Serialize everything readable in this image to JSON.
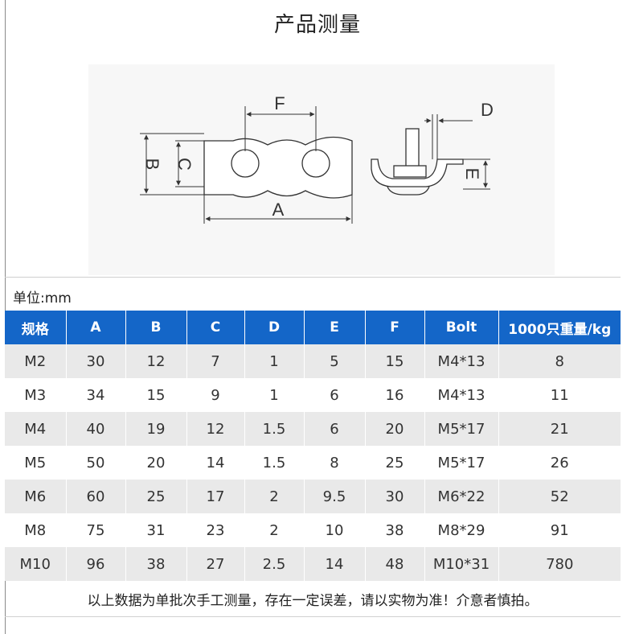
{
  "title": "产品测量",
  "drawing": {
    "labels": {
      "a": "A",
      "b": "B",
      "c": "C",
      "d": "D",
      "e": "E",
      "f": "F"
    }
  },
  "unit_label": "单位:mm",
  "table": {
    "headers": [
      "规格",
      "A",
      "B",
      "C",
      "D",
      "E",
      "F",
      "Bolt",
      "1000只重量/kg"
    ],
    "rows": [
      [
        "M2",
        "30",
        "12",
        "7",
        "1",
        "5",
        "15",
        "M4*13",
        "8"
      ],
      [
        "M3",
        "34",
        "15",
        "9",
        "1",
        "6",
        "16",
        "M4*13",
        "11"
      ],
      [
        "M4",
        "40",
        "19",
        "12",
        "1.5",
        "6",
        "20",
        "M5*17",
        "21"
      ],
      [
        "M5",
        "50",
        "20",
        "14",
        "1.5",
        "8",
        "25",
        "M5*17",
        "26"
      ],
      [
        "M6",
        "60",
        "25",
        "17",
        "2",
        "9.5",
        "30",
        "M6*22",
        "52"
      ],
      [
        "M8",
        "75",
        "31",
        "23",
        "2",
        "10",
        "38",
        "M8*29",
        "91"
      ],
      [
        "M10",
        "96",
        "38",
        "27",
        "2.5",
        "14",
        "48",
        "M10*31",
        "780"
      ]
    ]
  },
  "note": "以上数据为单批次手工测量，存在一定误差，请以实物为准！介意者慎拍。",
  "colors": {
    "header_bg": "#1466c8",
    "stripe": "#e9e9e9"
  }
}
